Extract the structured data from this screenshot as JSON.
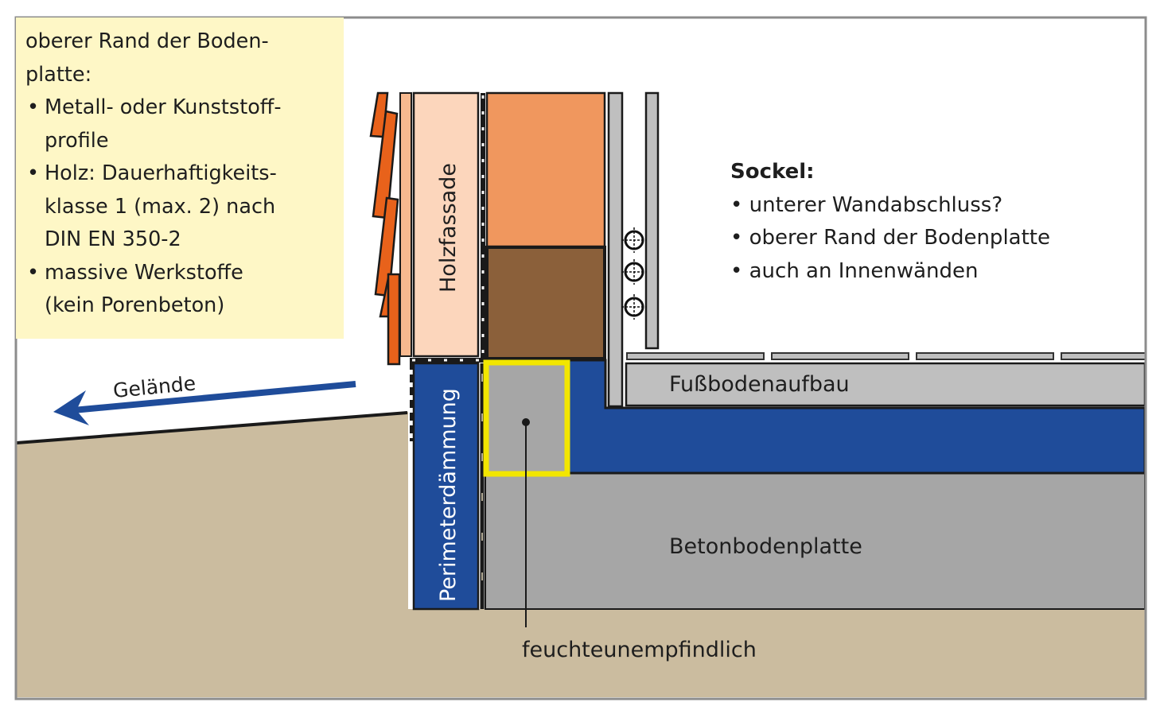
{
  "left_note": {
    "heading_lines": [
      "oberer Rand der Boden-",
      "platte:"
    ],
    "bullets": [
      {
        "lines": [
          "Metall- oder Kunststoff-",
          "profile"
        ]
      },
      {
        "lines": [
          "Holz: Dauerhaftigkeits-",
          "klasse 1 (max. 2) nach",
          "DIN EN 350-2"
        ]
      },
      {
        "lines": [
          "massive Werkstoffe",
          "(kein Porenbeton)"
        ]
      }
    ]
  },
  "sockel_note": {
    "title": "Sockel:",
    "bullets": [
      "unterer Wandabschluss?",
      "oberer Rand der Bodenplatte",
      "auch an Innenwänden"
    ]
  },
  "labels": {
    "holzfassade": "Holzfassade",
    "perimeterdaemmung": "Perimeterdämmung",
    "gelaende": "Gelände",
    "fussbodenaufbau": "Fußbodenaufbau",
    "betonbodenplatte": "Betonbodenplatte",
    "feuchteunempfindlich": "feuchteunempfindlich"
  },
  "colors": {
    "note_bg": "#fef7c6",
    "soil": "#cbbc9f",
    "insulation_blue": "#1f4c9a",
    "concrete": "#a6a6a6",
    "floor_build": "#bfbfbf",
    "highlight_yellow": "#f2e600",
    "shingle_orange": "#e8621b",
    "facade_light": "#fcd6bc",
    "batten": "#f7b98f",
    "wall_orange": "#f0975e",
    "wall_brown": "#8b603a",
    "frame": "#8c8c8c"
  }
}
